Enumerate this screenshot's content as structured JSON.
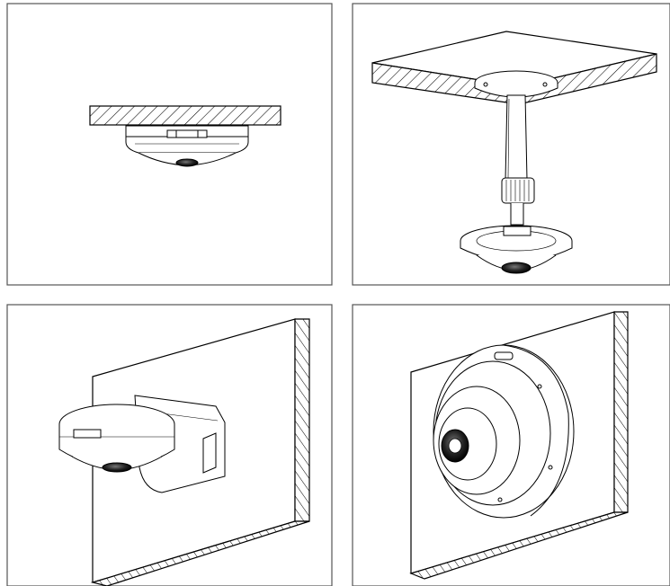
{
  "figure": {
    "panel_count": 4,
    "panels": [
      {
        "scene": "ceiling-flush-mount",
        "icon": "fisheye-camera-icon"
      },
      {
        "scene": "ceiling-pendant-mount",
        "icon": "fisheye-camera-icon"
      },
      {
        "scene": "wall-bracket-mount",
        "icon": "fisheye-camera-icon"
      },
      {
        "scene": "wall-flush-mount",
        "icon": "fisheye-camera-icon"
      }
    ]
  },
  "colors": {
    "background": "#ffffff",
    "line": "#000000",
    "frame": "#555555",
    "hatch_fill": "#ffffff",
    "camera_fill": "#ffffff",
    "lens": "#222222"
  }
}
